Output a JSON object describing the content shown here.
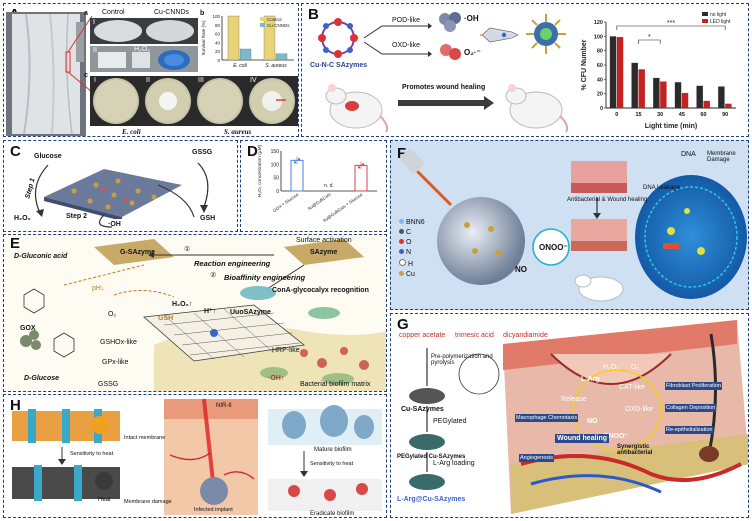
{
  "panels": {
    "A": {
      "label": "A",
      "sublabels": [
        "a",
        "b",
        "c"
      ],
      "col_control": "Control",
      "col_cu": "Cu-CNNDs",
      "row_i": "I",
      "row_ii": "II",
      "h2o2": "H₂O₂",
      "dish_labels": [
        "I",
        "II",
        "III",
        "IV"
      ],
      "ecoli": "E. coli",
      "saureus": "S. aureus"
    },
    "B": {
      "label": "B",
      "cu_sazymes": "Cu-N-C SAzymes",
      "pod": "POD-like",
      "oxd": "OXD-like",
      "oh": "·OH",
      "o2": "O₂·⁻",
      "promotes": "Promotes wound healing"
    },
    "C": {
      "label": "C",
      "glucose": "Glucose",
      "gssg": "GSSG",
      "gsh": "GSH",
      "step1": "Step 1",
      "step2": "Step 2",
      "h2o2": "H₂O₂",
      "oh": "·OH"
    },
    "D": {
      "label": "D"
    },
    "E": {
      "label": "E",
      "gsazyme": "G-SAzyme",
      "sazyme": "SAzyme",
      "surface_activation": "Surface activation",
      "reaction_eng": "Reaction engineering",
      "bioaffinity": "Bioaffinity engineering",
      "cona": "ConA-glycocalyx recognition",
      "dgluconic": "D-Gluconic acid",
      "gox": "GOX",
      "dglucose": "D-Glucose",
      "gsshox": "GSHOx-like",
      "gpx": "GPx-like",
      "hrp": "HRP-like",
      "gssg": "GSSG",
      "gsh": "GSH",
      "oh": "·OH↑",
      "h2o2": "H₂O₂↑",
      "hplus": "H⁺↑",
      "ph": "pH↓",
      "o2": "O₂",
      "biofilm": "Bacterial biofilm matrix",
      "uuosazyme": "UuoSAzyme",
      "step1c": "①",
      "step2c": "②"
    },
    "F": {
      "label": "F",
      "dna": "DNA",
      "leakage": "DNA Leakage",
      "membrane": "Membrane Damage",
      "antibacterial": "Antibacterial & Wound healing",
      "onoo": "ONOO⁻",
      "no": "NO",
      "legend": [
        "BNN6",
        "C",
        "O",
        "N",
        "H",
        "Cu"
      ]
    },
    "G": {
      "label": "G",
      "copper_acetate": "copper acetate",
      "trimesic": "trimesic acid",
      "dicyandiamide": "dicyandiamide",
      "prepoly": "Pre-polymerization and pyrolysis",
      "cusazymes": "Cu-SAzymes",
      "pegylated": "PEGylated",
      "pegcu": "PEGylated Cu-SAzymes",
      "larg_loading": "L-Arg loading",
      "larg_cu": "L-Arg@Cu-SAzymes",
      "larg": "L-Arg",
      "cat": "CAT-like",
      "oxd": "OXD-like",
      "release": "Release",
      "synergistic": "Synergistic antibacterial",
      "wound": "Wound healing",
      "no": "NO",
      "onoo": "ONOO⁻",
      "macrophage": "Macrophage Chemotaxis",
      "angiogenesis": "Angiogenesis",
      "collagen": "Collagen Deposition",
      "fibroblast": "Fibroblast Proliferation",
      "reepi": "Re-epithelialization",
      "h2o2": "H₂O₂",
      "o2": "O₂"
    },
    "H": {
      "label": "H",
      "intact": "Intact membrane",
      "membrane_damage": "Membrane damage",
      "heat": "Heat",
      "sens1": "Sensitivity to heat",
      "sens2": "Sensitivity to heat",
      "mature": "Mature biofilm",
      "eradicate": "Eradicate biofilm",
      "nir": "NIR-II",
      "infected": "Infected implant"
    }
  },
  "chart_data": [
    {
      "type": "bar",
      "panel": "A-b",
      "ylabel": "Survival Rate (%)",
      "categories": [
        "E. coli",
        "S. aureus"
      ],
      "series": [
        {
          "name": "Control",
          "values": [
            100,
            100
          ],
          "color": "#e8d27a"
        },
        {
          "name": "Cu-CNNDs",
          "values": [
            25,
            14
          ],
          "color": "#7fb8c8"
        }
      ],
      "ylim": [
        0,
        100
      ],
      "yticks": [
        "0",
        "20",
        "40",
        "60",
        "80",
        "100"
      ]
    },
    {
      "type": "bar",
      "panel": "B",
      "ylabel": "% CFU Number",
      "xlabel": "Light time (min)",
      "categories": [
        "0",
        "15",
        "30",
        "45",
        "60",
        "90"
      ],
      "series": [
        {
          "name": "no light",
          "values": [
            100,
            63,
            42,
            36,
            31,
            30
          ],
          "color": "#2b2b2b"
        },
        {
          "name": "LED light",
          "values": [
            99,
            54,
            37,
            21,
            10,
            6
          ],
          "color": "#c22222"
        }
      ],
      "ylim": [
        0,
        120
      ],
      "yticks": [
        "0",
        "20",
        "40",
        "60",
        "80",
        "100",
        "120"
      ],
      "annotations": [
        "*",
        "***"
      ]
    },
    {
      "type": "bar",
      "panel": "D",
      "ylabel": "H₂O₂ concentration (μM)",
      "categories": [
        "GOX + Glucose",
        "Au@CuBCats",
        "Au@CuBCats + Glucose"
      ],
      "values": [
        115,
        0,
        96
      ],
      "colors": [
        "#4f7fd9",
        "#888888",
        "#d94444"
      ],
      "ylim": [
        0,
        150
      ],
      "yticks": [
        "0",
        "50",
        "100",
        "150"
      ],
      "annotations": [
        "n. d."
      ]
    }
  ]
}
